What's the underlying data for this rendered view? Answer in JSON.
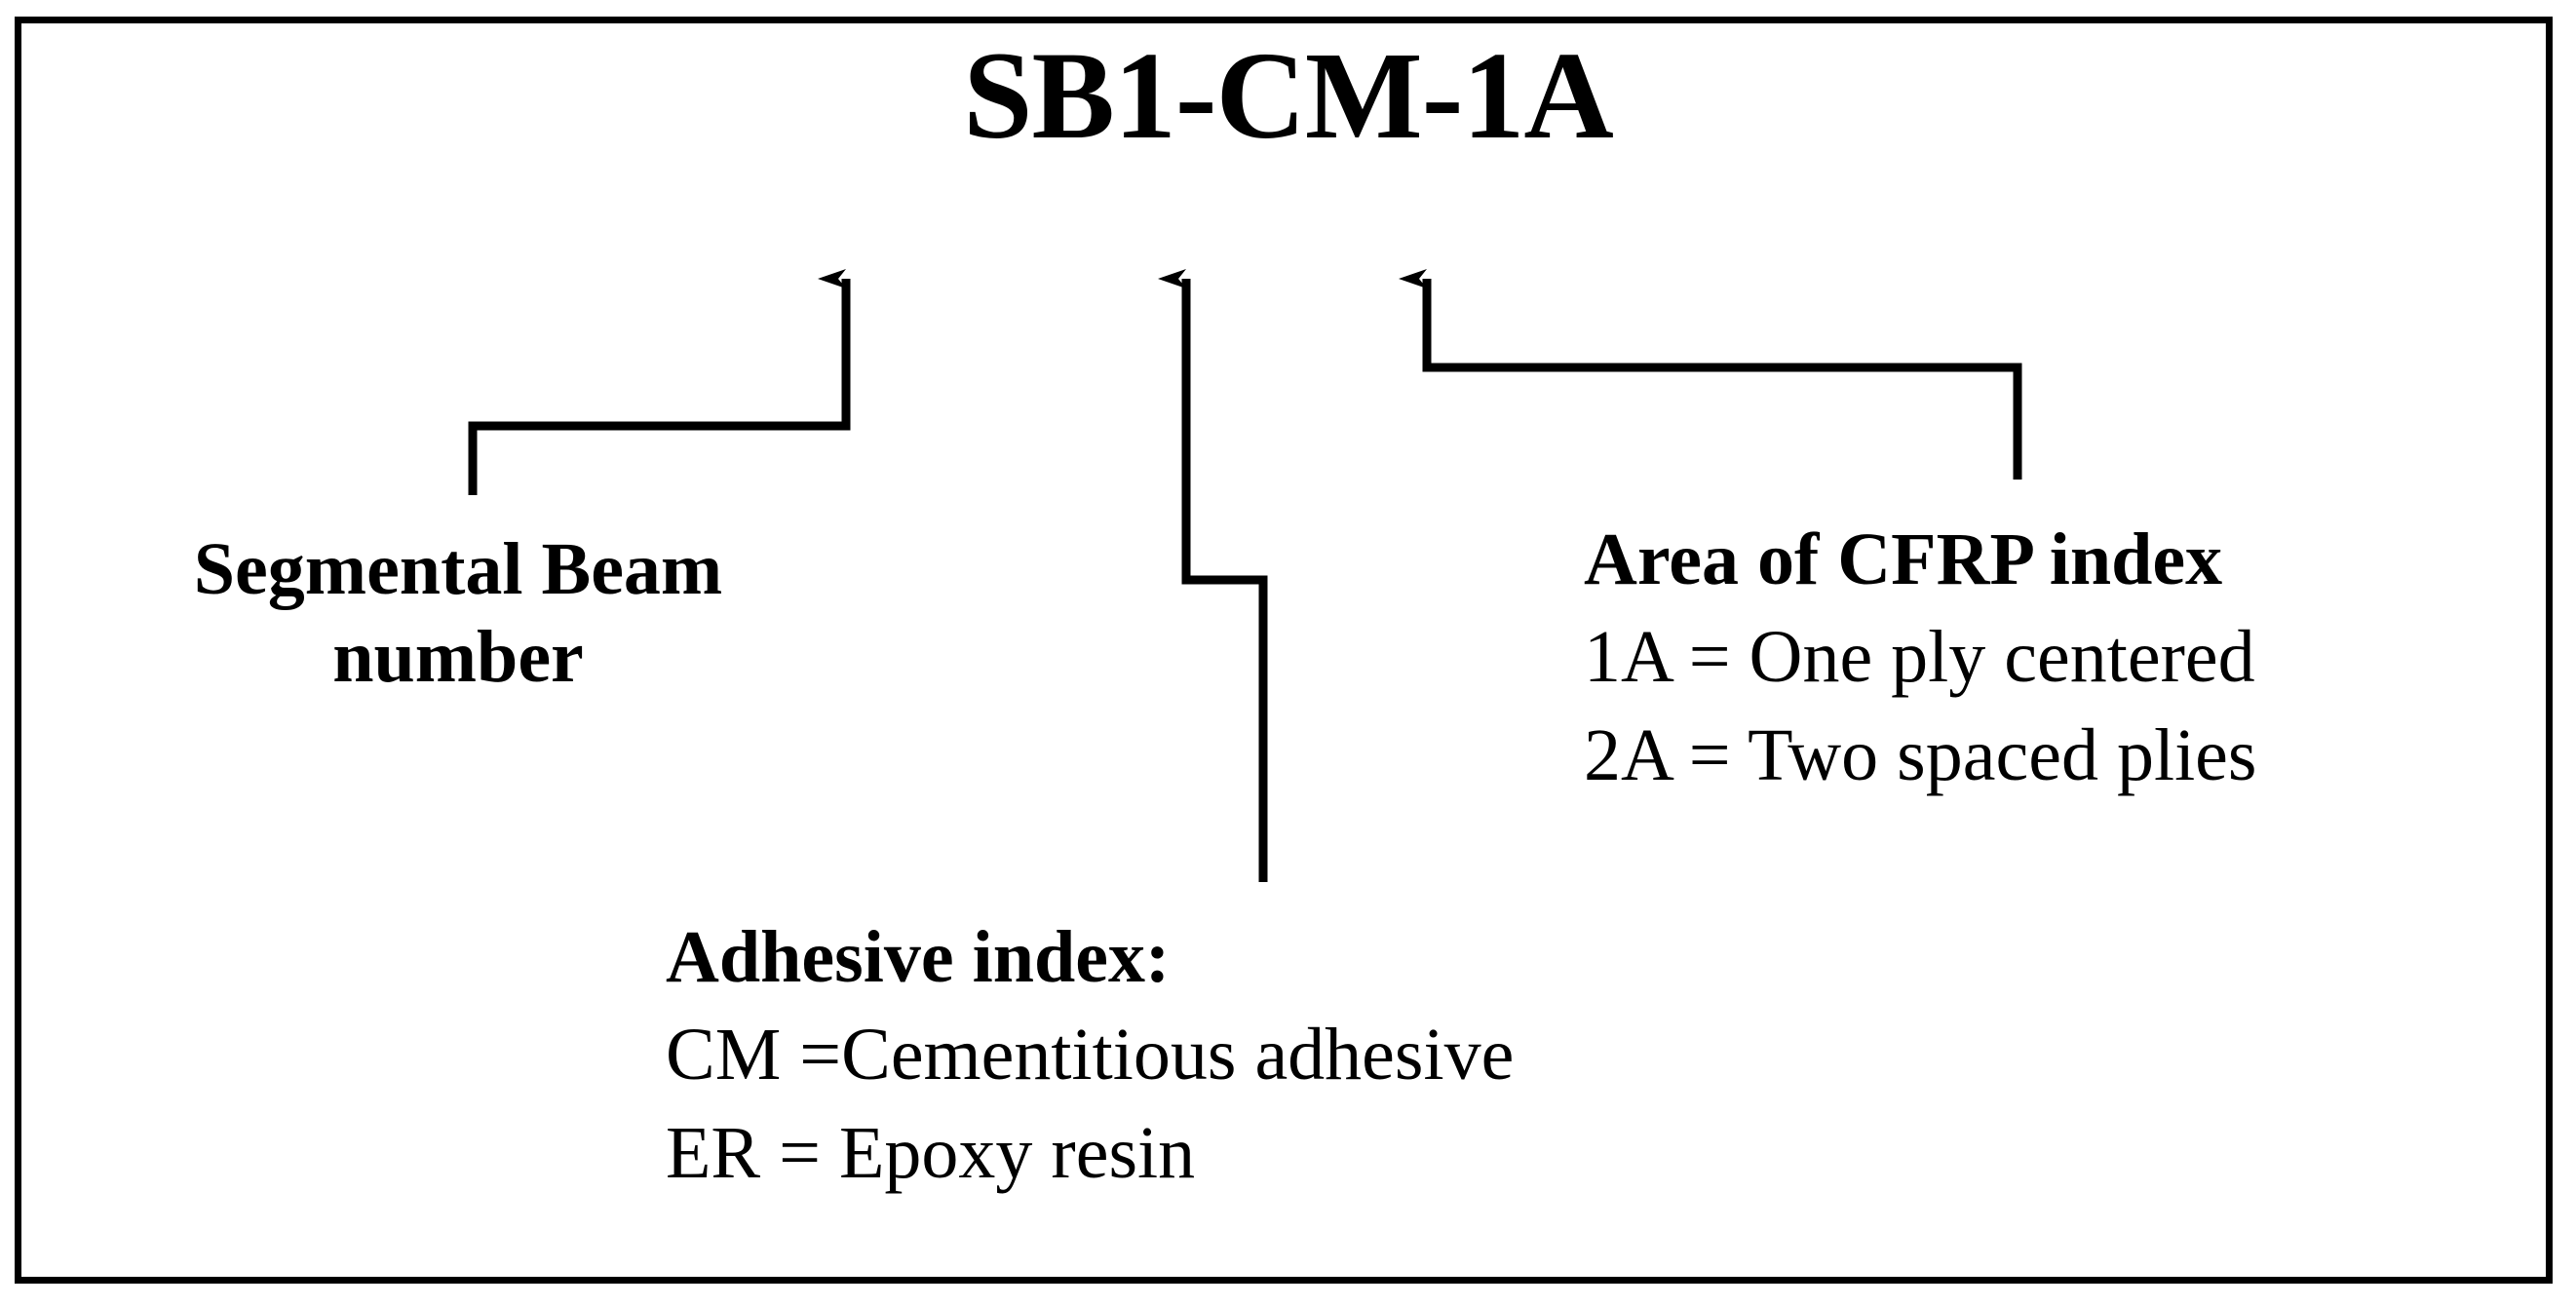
{
  "figure": {
    "type": "specimen-label-callout-diagram",
    "background_color": "#ffffff",
    "ink_color": "#000000",
    "border_color": "#000000"
  },
  "title": {
    "text": "SB1-CM-1A"
  },
  "callouts": {
    "segmental_beam": {
      "heading": "Segmental Beam",
      "heading_line2": "number",
      "target_token": "SB1"
    },
    "adhesive": {
      "heading": "Adhesive index:",
      "lines": [
        "CM =Cementitious adhesive",
        "ER = Epoxy resin"
      ],
      "target_token": "CM"
    },
    "cfrp_area": {
      "heading": "Area of CFRP index",
      "lines": [
        "1A = One ply centered",
        "2A = Two spaced plies"
      ],
      "target_token": "1A"
    }
  },
  "arrows": {
    "left_arrow_name": "segmental-beam-callout-arrow",
    "middle_arrow_name": "adhesive-index-callout-arrow",
    "right_arrow_name": "cfrp-area-callout-arrow"
  }
}
